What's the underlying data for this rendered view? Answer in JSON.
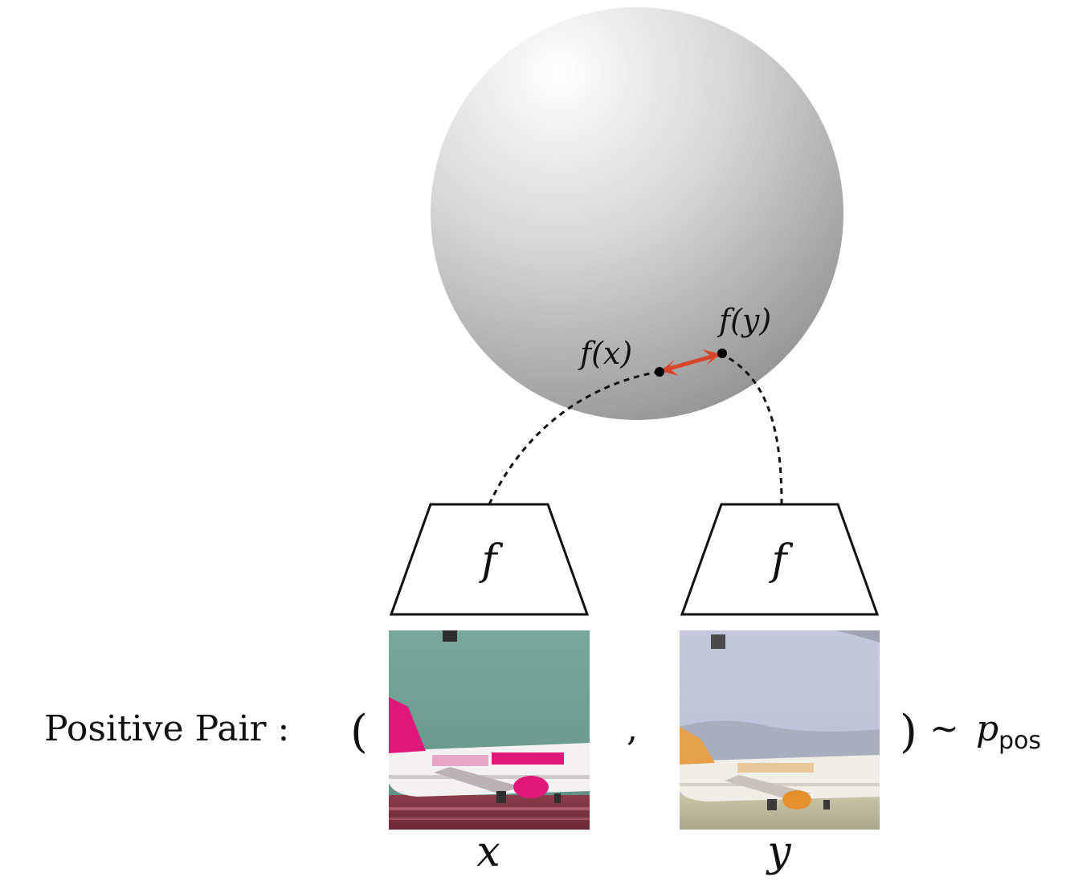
{
  "sphere": {
    "points": [
      {
        "id": "fx",
        "label": "f(x)"
      },
      {
        "id": "fy",
        "label": "f(y)"
      }
    ],
    "link_color": "#d9452b"
  },
  "encoders": [
    {
      "id": "left",
      "label": "f"
    },
    {
      "id": "right",
      "label": "f"
    }
  ],
  "images": [
    {
      "id": "x",
      "label": "x"
    },
    {
      "id": "y",
      "label": "y"
    }
  ],
  "pair": {
    "prefix": "Positive Pair :",
    "open_paren": "(",
    "comma": ",",
    "close_paren": ")",
    "tilde": "∼",
    "dist_symbol": "p",
    "dist_subscript": "pos"
  }
}
